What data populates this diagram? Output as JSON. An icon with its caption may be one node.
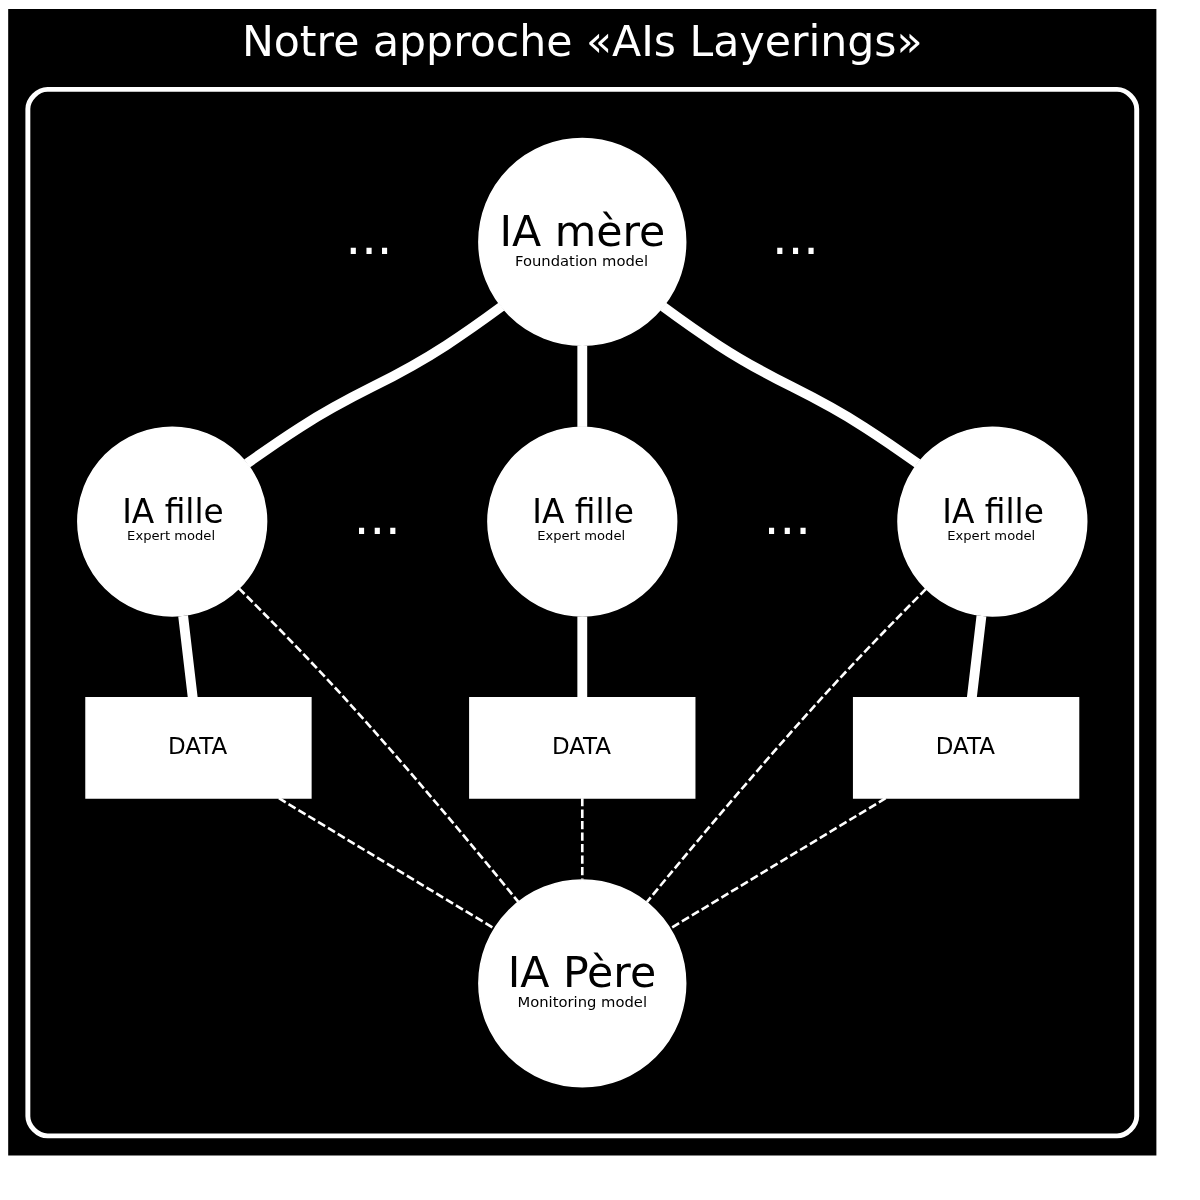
{
  "diagram": {
    "title": "Notre approche «AIs Layerings»",
    "nodes": [
      {
        "text": [],
        "shape": "box"
      },
      {
        "text": [
          "IA mère",
          "Foundation model"
        ],
        "in": 0
      },
      {
        "text": [
          "IA fille",
          "Expert model"
        ],
        "in": 0
      },
      {
        "text": [
          "IA fille",
          "Expert model"
        ],
        "in": 0
      },
      {
        "text": [
          "IA fille",
          "Expert model"
        ],
        "in": 0
      },
      {
        "text": [
          "DATA"
        ],
        "in": 0
      },
      {
        "text": [
          "DATA"
        ],
        "in": 0
      },
      {
        "text": [
          "DATA"
        ],
        "in": 0
      },
      {
        "text": [
          "IA Père",
          "Monitoring model"
        ],
        "in": 0
      }
    ],
    "edges": [
      {
        "from": 1,
        "to": 2,
        "arrow": "none"
      },
      {
        "from": 1,
        "to": 3,
        "arrow": "none"
      },
      {
        "from": 1,
        "to": 4,
        "arrow": "none"
      },
      {
        "from": 2,
        "to": 5,
        "arrow": "none"
      },
      {
        "from": 3,
        "to": 6,
        "arrow": "none"
      },
      {
        "from": 4,
        "to": 7,
        "arrow": "none"
      },
      {
        "from": 5,
        "to": 8,
        "arrow": "none",
        "style": "dashed"
      },
      {
        "from": 2,
        "to": 8,
        "arrow": "none",
        "style": "dashed"
      },
      {
        "from": 6,
        "to": 8,
        "arrow": "none",
        "style": "dashed"
      },
      {
        "from": 4,
        "to": 8,
        "arrow": "none",
        "style": "dashed"
      },
      {
        "from": 7,
        "to": 8,
        "arrow": "none",
        "style": "dashed"
      }
    ],
    "labels": [
      "...",
      "...",
      "...",
      "..."
    ]
  }
}
